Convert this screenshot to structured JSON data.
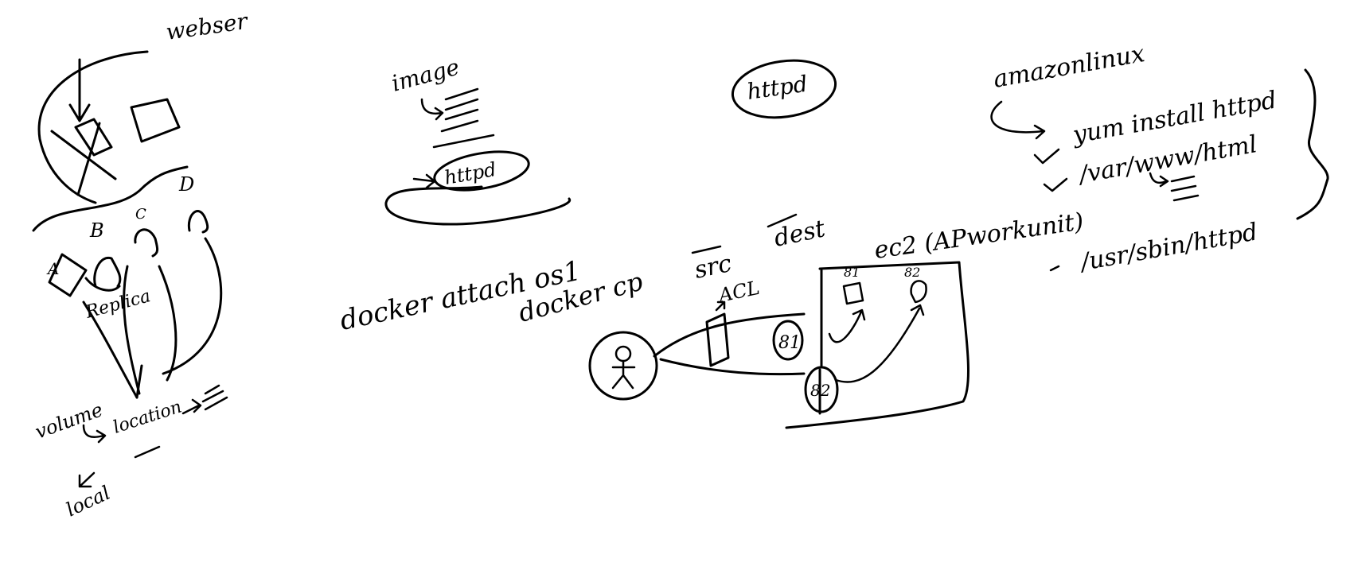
{
  "labels": {
    "webser": "webser",
    "a": "A",
    "b": "B",
    "c": "C",
    "d": "D",
    "replica": "Replica",
    "volume": "volume",
    "location": "location",
    "local": "local",
    "image": "image",
    "httpd_oval": "httpd",
    "docker_attach": "docker attach os1",
    "httpd_top": "httpd",
    "docker_cp": "docker cp",
    "src": "src",
    "dest": "dest",
    "acl": "ACL",
    "ec2": "ec2 (APworkunit)",
    "port_81": "81",
    "port_82": "82",
    "node_81": "81",
    "node_82": "82",
    "amazonlinux": "amazonlinux",
    "yum_install": "yum install httpd",
    "var_www": "/var/www/html",
    "usr_sbin": "/usr/sbin/httpd"
  }
}
